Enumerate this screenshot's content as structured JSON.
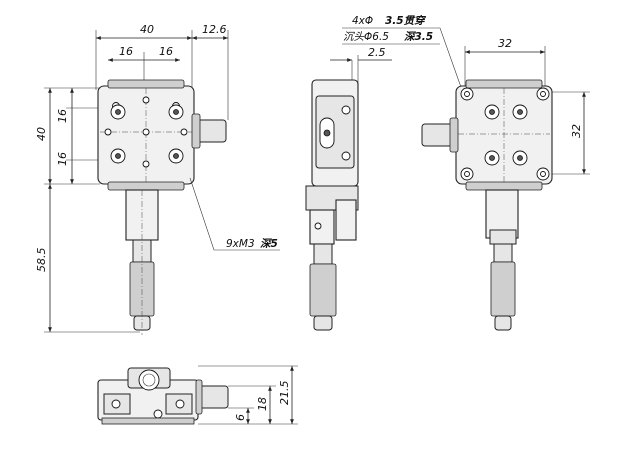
{
  "front_view": {
    "dim_width": "40",
    "dim_left_half": "16",
    "dim_right_half": "16",
    "dim_knob_offset": "12.6",
    "dim_height": "40",
    "dim_upper_half": "16",
    "dim_lower_half": "16",
    "dim_total_length": "58.5",
    "tapped_holes_note": "9xM3",
    "tapped_holes_depth": "深5"
  },
  "side_view": {
    "through_holes_note": "4xΦ",
    "through_holes_dia": "3.5贯穿",
    "counterbore_note": "沉头Φ6.5",
    "counterbore_depth": "深3.5",
    "dim_offset": "2.5"
  },
  "back_view": {
    "dim_hole_pitch_x": "32",
    "dim_hole_pitch_y": "32"
  },
  "bottom_view": {
    "dim_total_height": "21.5",
    "dim_stage_height": "18",
    "dim_knob_height": "6"
  },
  "colors": {
    "line": "#222222",
    "body_fill": "#f1f1f1",
    "screw_fill": "#ffffff"
  },
  "icons": {
    "screw_head": "hex-socket-screw-icon"
  }
}
